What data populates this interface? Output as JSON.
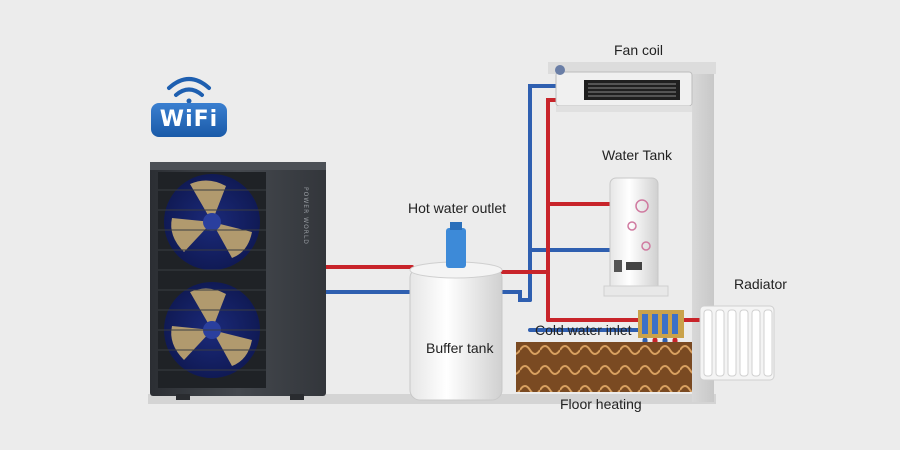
{
  "wifi": {
    "label": "WiFi"
  },
  "unit": {
    "brand": "POWER WORLD"
  },
  "labels": {
    "fan_coil": "Fan coil",
    "water_tank": "Water Tank",
    "hot_water_outlet": "Hot water outlet",
    "buffer_tank": "Buffer tank",
    "radiator": "Radiator",
    "cold_water_inlet": "Cold water inlet",
    "floor_heating": "Floor heating"
  },
  "colors": {
    "hot_pipe": "#c8242a",
    "cold_pipe": "#2f5fb0",
    "wifi_badge": "#2266b8",
    "heat_pump_body": "#3a3d42",
    "fan_blade": "#b19a6e",
    "fan_hub": "#2a3f9e"
  }
}
